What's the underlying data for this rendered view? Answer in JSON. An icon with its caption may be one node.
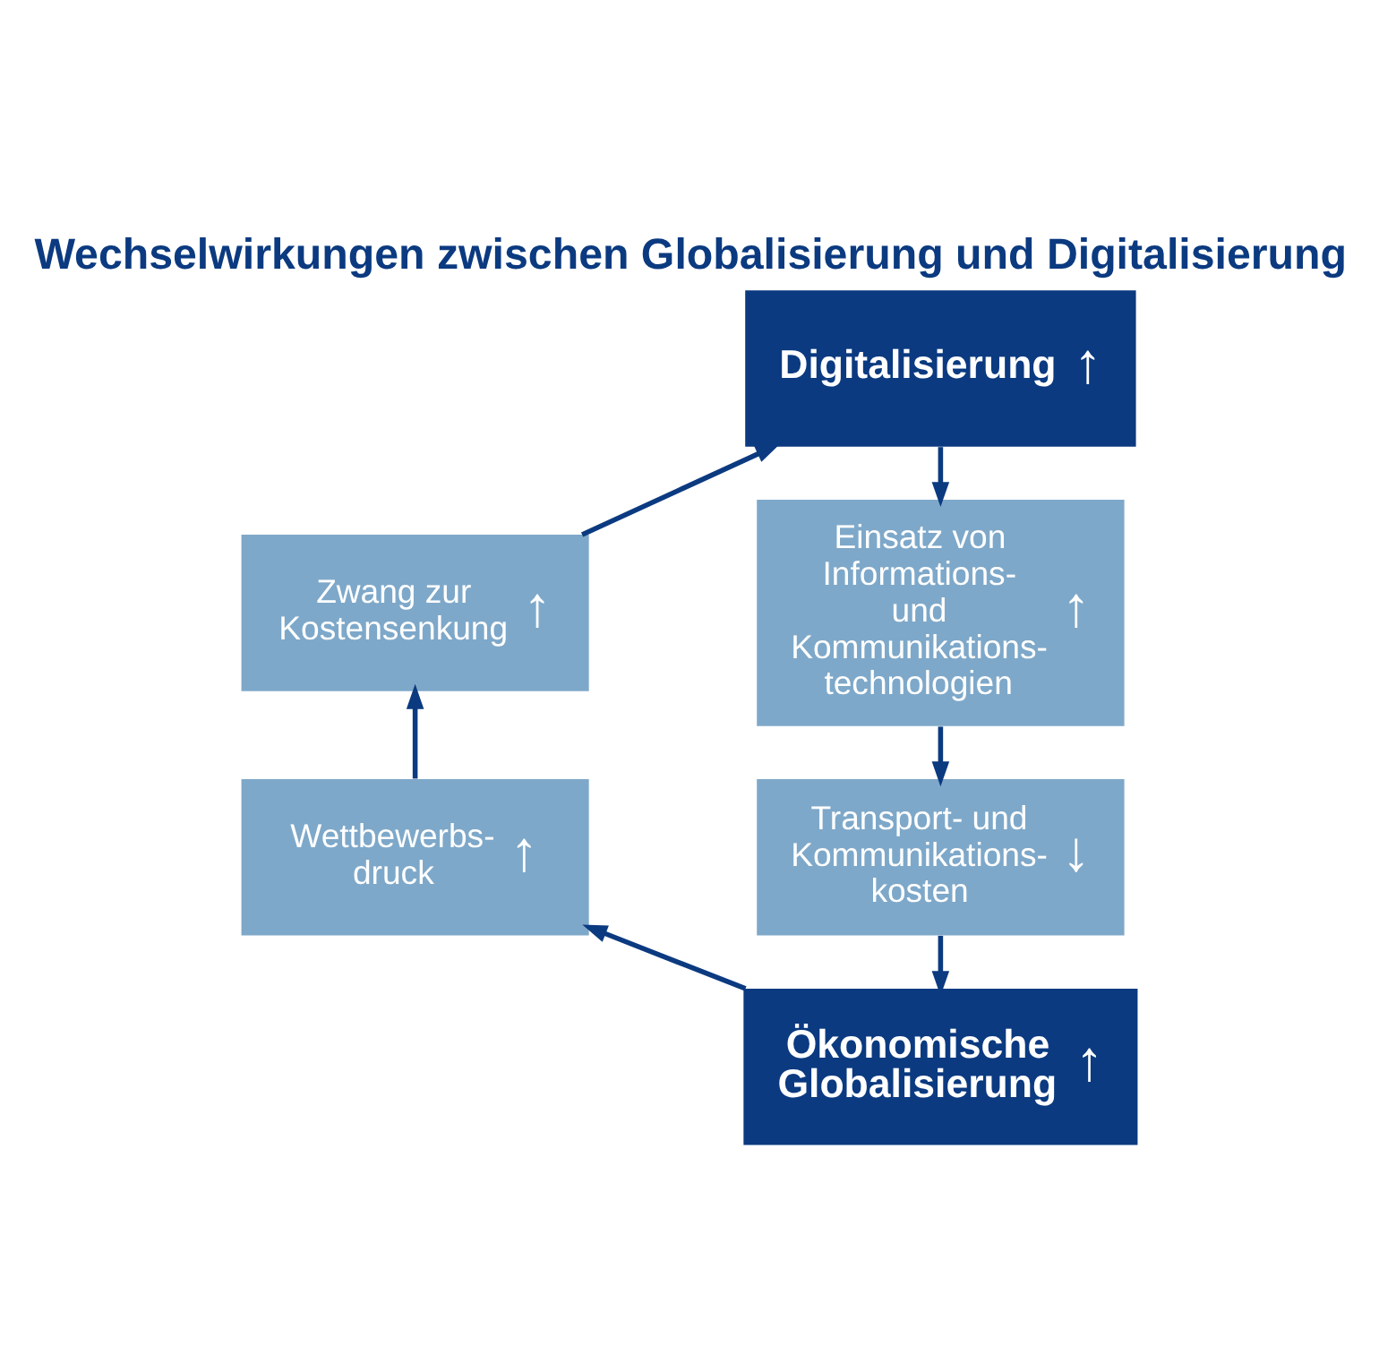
{
  "diagram": {
    "title": "Wechselwirkungen zwischen Globalisierung und Digitalisierung",
    "nodes": [
      {
        "text": [
          "Digitalisierung",
          "↑"
        ]
      },
      {
        "text": [
          "Einsatz von Informations- und Kommunikations- technologien",
          "↑"
        ]
      },
      {
        "text": [
          "Transport- und Kommunikations- kosten",
          "↓"
        ]
      },
      {
        "text": [
          "Ökonomische Globalisierung",
          "↑"
        ]
      },
      {
        "text": [
          "Wettbewerbs- druck",
          "↑"
        ]
      },
      {
        "text": [
          "Zwang zur Kostensenkung",
          "↑"
        ]
      }
    ],
    "edges": [
      {
        "from": 0,
        "to": 1,
        "arrow": "to"
      },
      {
        "from": 1,
        "to": 2,
        "arrow": "to"
      },
      {
        "from": 2,
        "to": 3,
        "arrow": "to"
      },
      {
        "from": 3,
        "to": 4,
        "arrow": "to"
      },
      {
        "from": 4,
        "to": 5,
        "arrow": "to"
      },
      {
        "from": 5,
        "to": 0,
        "arrow": "to"
      }
    ]
  }
}
